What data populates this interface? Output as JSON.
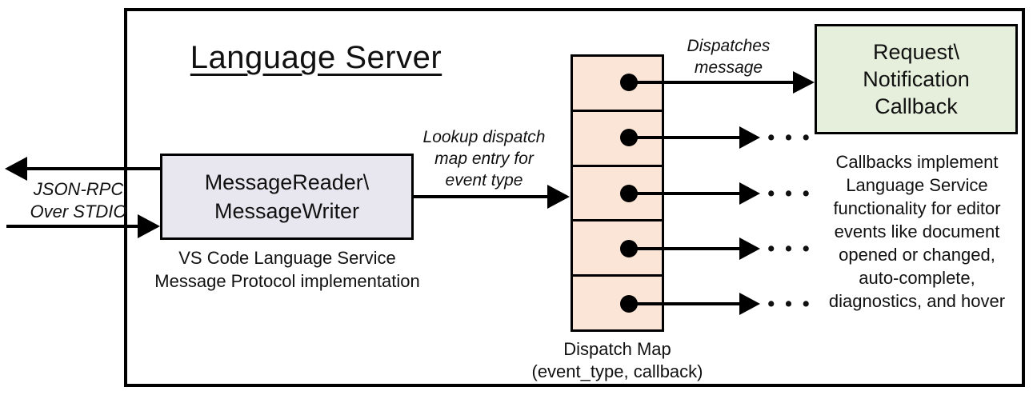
{
  "diagram": {
    "title": "Language Server",
    "reader_box": {
      "label": "MessageReader\\\nMessageWriter",
      "caption": "VS Code Language Service\nMessage Protocol implementation"
    },
    "dispatch_map": {
      "caption": "Dispatch Map\n(event_type, callback)",
      "entry_count": 5
    },
    "callback_box": {
      "label": "Request\\\nNotification\nCallback",
      "caption": "Callbacks implement\nLanguage Service\nfunctionality for editor\nevents like document\nopened or changed,\nauto-complete,\ndiagnostics, and hover"
    },
    "annotations": {
      "stdio": "JSON-RPC\nOver STDIO",
      "lookup": "Lookup dispatch\nmap entry for\nevent type",
      "dispatches": "Dispatches\nmessage",
      "more": "• • •"
    },
    "colors": {
      "reader_fill": "#e8e6ef",
      "dispatch_fill": "#fbe5d6",
      "callback_fill": "#e6efdc",
      "line": "#000000"
    }
  }
}
